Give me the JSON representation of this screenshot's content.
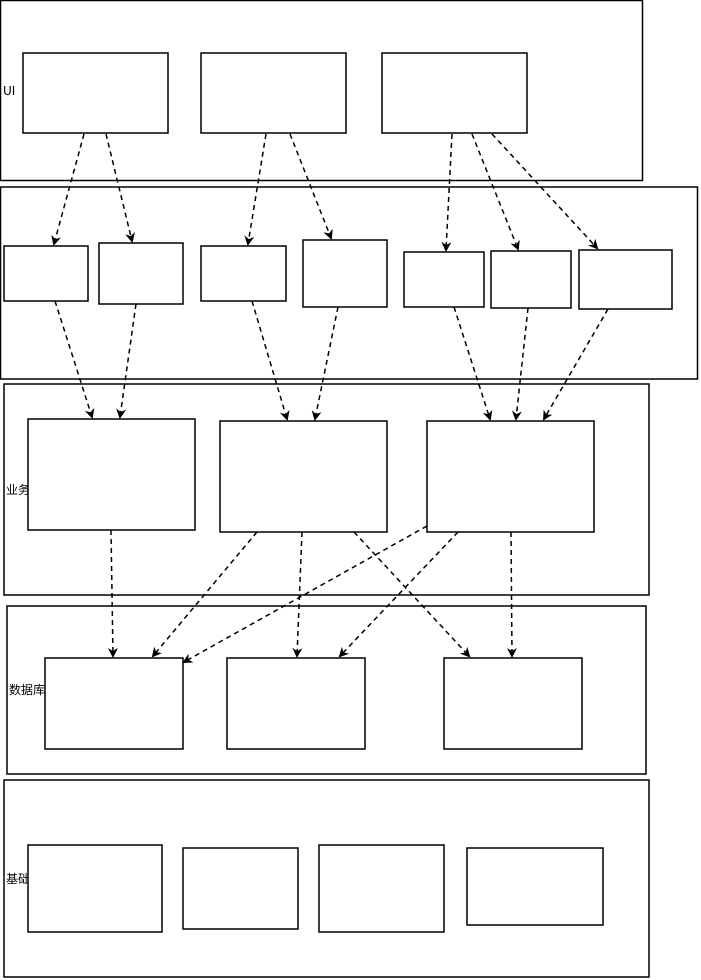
{
  "diagram": {
    "layers": [
      {
        "id": "ui",
        "label": "UI"
      },
      {
        "id": "mid",
        "label": ""
      },
      {
        "id": "biz",
        "label": "业务"
      },
      {
        "id": "db",
        "label": "数据库"
      },
      {
        "id": "base",
        "label": "基础"
      }
    ],
    "colors": {
      "stroke": "#000000",
      "background": "#ffffff"
    },
    "edge_style": "dashed-arrow"
  }
}
